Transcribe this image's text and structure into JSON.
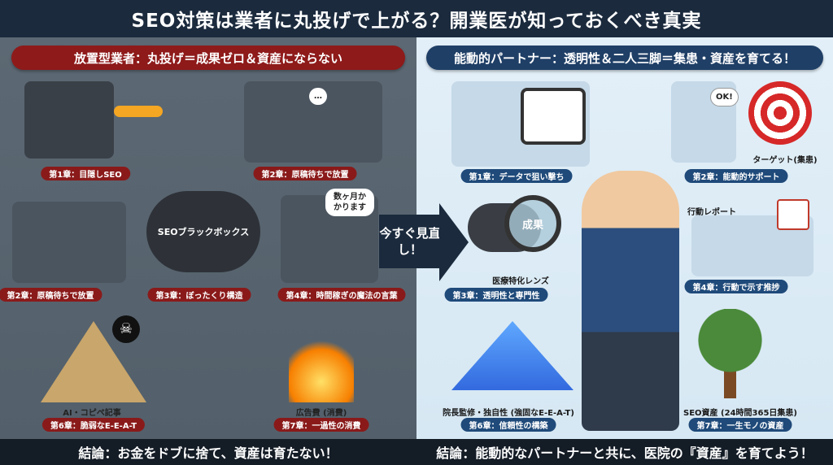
{
  "title": "SEO対策は業者に丸投げで上がる？開業医が知っておくべき真実",
  "left": {
    "header": "放置型業者：丸投げ＝成果ゼロ＆資産にならない",
    "chapters": [
      {
        "label": "第1章：目隠しSEO"
      },
      {
        "label": "第2章：原稿待ちで放置"
      },
      {
        "label": "第2章：原稿待ちで放置"
      },
      {
        "label": "第3章：ぼったくり構造"
      },
      {
        "label": "第4章：時間稼ぎの魔法の言葉"
      },
      {
        "label": "第6章：脆弱なE-E-A-T",
        "caption": "AI・コピペ記事"
      },
      {
        "label": "第7章：一過性の消費",
        "caption": "広告費 (消費)"
      }
    ],
    "cloud_text": "SEOブラックボックス",
    "speech_months": "数ヶ月かかります",
    "speech_dots": "…"
  },
  "center": {
    "cta": "今すぐ見直し！"
  },
  "right": {
    "header": "能動的パートナー：透明性＆二人三脚＝集患・資産を育てる！",
    "chapters": [
      {
        "label": "第1章：データで狙い撃ち"
      },
      {
        "label": "第2章：能動的サポート",
        "caption": "ターゲット(集患)"
      },
      {
        "label": "第3章：透明性と専門性",
        "caption": "医療特化レンズ"
      },
      {
        "label": "第4章：行動で示す推捗",
        "caption": "行動レポート"
      },
      {
        "label": "第6章：信頼性の構築",
        "caption": "院長監修・独自性 (強固なE-E-A-T)"
      },
      {
        "label": "第7章：一生モノの資産",
        "caption": "SEO資産 (24時間365日集患)"
      }
    ],
    "lens_text": "成果",
    "ok_bubble": "OK!"
  },
  "footer": {
    "left": "結論：お金をドブに捨て、資産は育たない！",
    "right": "結論：能動的なパートナーと共に、医院の『資産』を育てよう！"
  }
}
